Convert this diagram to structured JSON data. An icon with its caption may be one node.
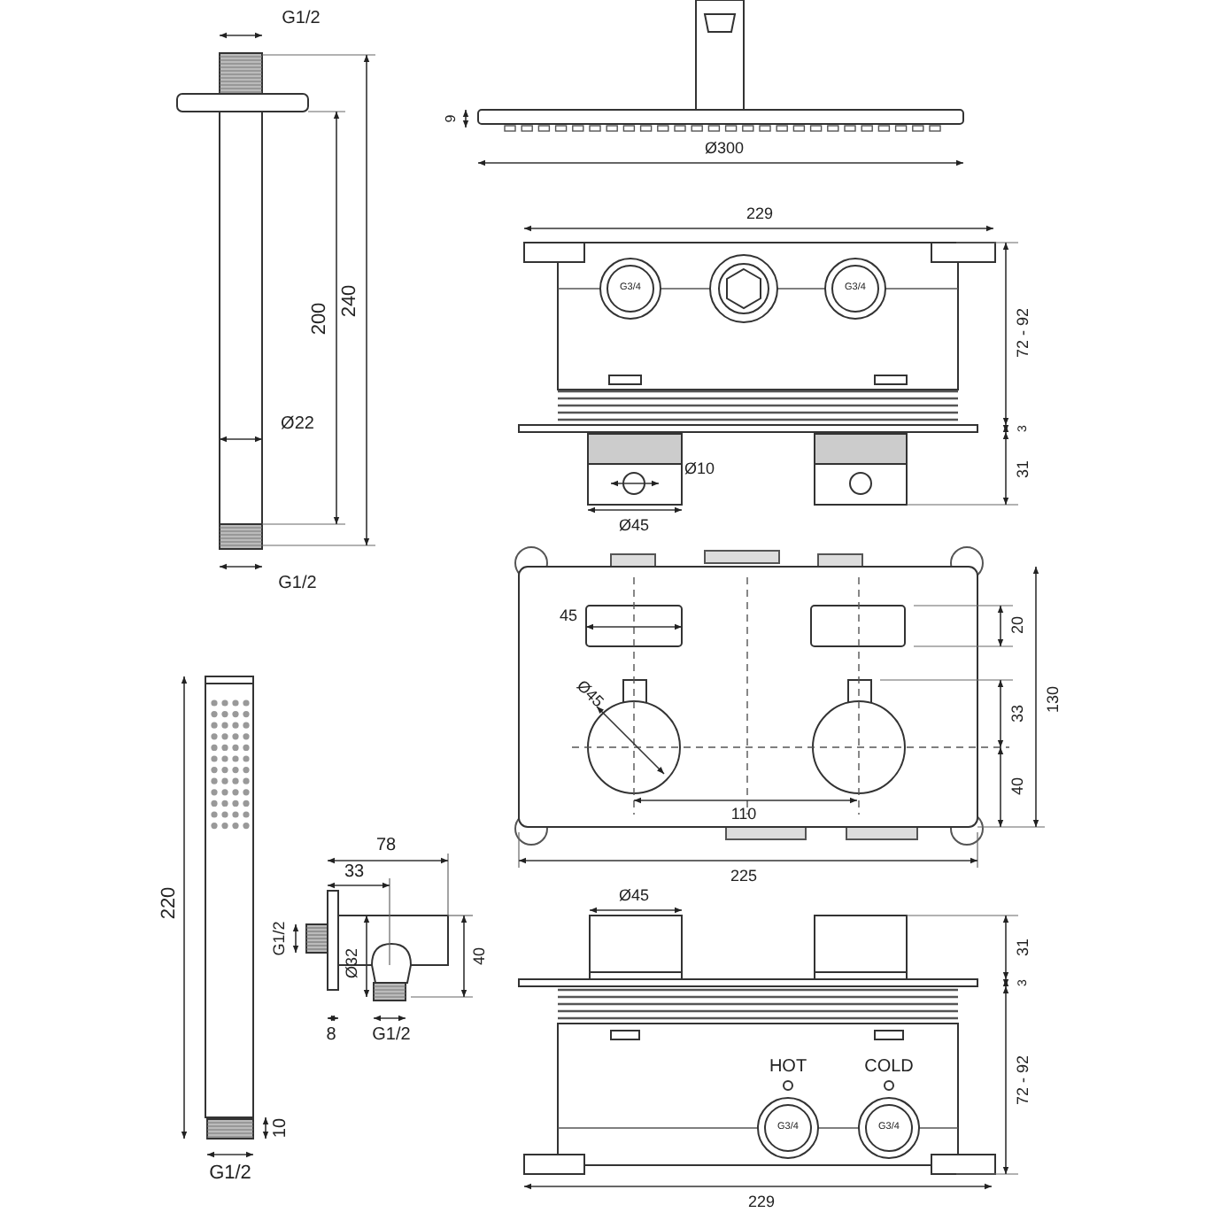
{
  "diagram": {
    "labels": [
      "G1/2",
      "9",
      "240",
      "200",
      "Ø300",
      "229",
      "G3/4",
      "G3/4",
      "72 - 92",
      "Ø22",
      "3",
      "Ø10",
      "31",
      "Ø45",
      "G1/2",
      "45",
      "20",
      "Ø45",
      "130",
      "33",
      "40",
      "110",
      "225",
      "78",
      "33",
      "Ø45",
      "220",
      "G1/2",
      "40",
      "31",
      "3",
      "Ø32",
      "8",
      "G1/2",
      "HOT",
      "COLD",
      "72 - 92",
      "G3/4",
      "G3/4",
      "10",
      "G1/2",
      "229"
    ]
  }
}
